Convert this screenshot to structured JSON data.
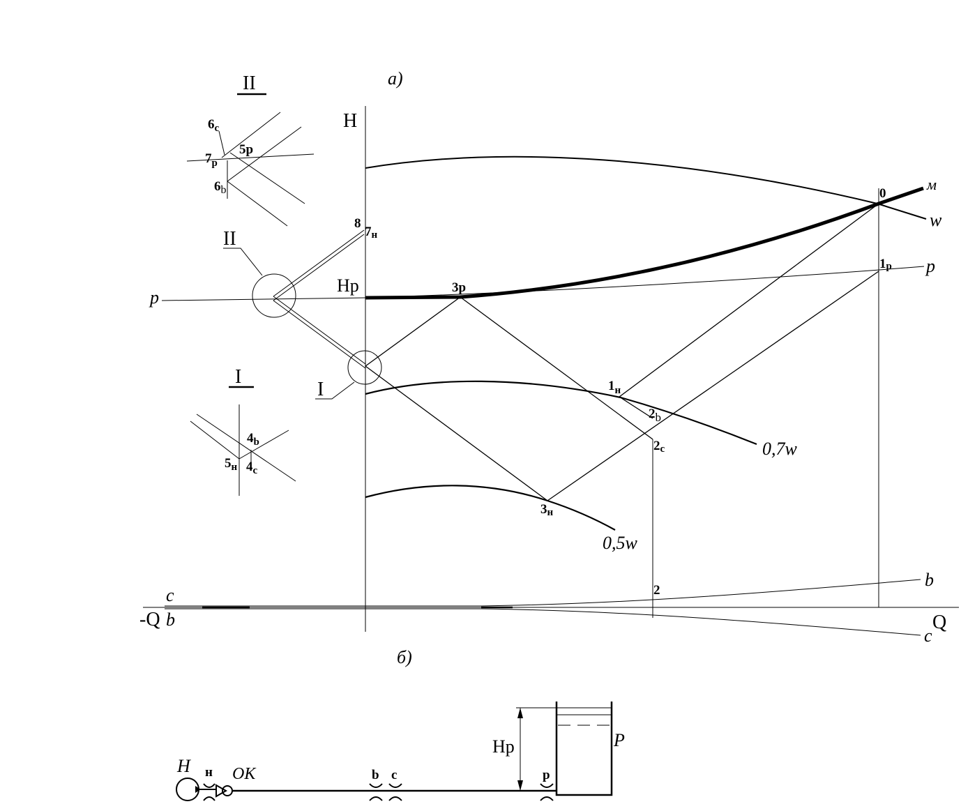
{
  "panel_a_label": "а)",
  "panel_b_label": "б)",
  "axis": {
    "h_label": "H",
    "hp_label": "Hp",
    "q_label": "Q",
    "neg_q_label": "-Q"
  },
  "curves": {
    "w": "w",
    "m": "м",
    "p_right": "p",
    "p_left": "p",
    "w07": "0,7w",
    "w05": "0,5w",
    "b_right": "b",
    "c_right": "c",
    "c_left": "c",
    "b_left": "b"
  },
  "points": {
    "p0": "0",
    "p1p": {
      "main": "1",
      "sub": "p"
    },
    "p1n": {
      "main": "1",
      "sub": "н"
    },
    "p2b": {
      "main": "2",
      "sub": "b"
    },
    "p2c": {
      "main": "2",
      "sub": "c"
    },
    "p3p": "3p",
    "p3n": {
      "main": "3",
      "sub": "н"
    },
    "p2": "2",
    "p8": "8",
    "p7n": {
      "main": "7",
      "sub": "н"
    }
  },
  "callouts": {
    "ii_label": "II",
    "i_label": "I"
  },
  "detail_ii": {
    "title": "II",
    "p6c": {
      "main": "6",
      "sub": "c"
    },
    "p5p": "5p",
    "p7p": {
      "main": "7",
      "sub": "p"
    },
    "p6b": {
      "main": "6",
      "sub": "b"
    }
  },
  "detail_i": {
    "title": "I",
    "p4b": {
      "main": "4",
      "sub": "b"
    },
    "p5n": {
      "main": "5",
      "sub": "н"
    },
    "p4c": {
      "main": "4",
      "sub": "c"
    }
  },
  "schematic": {
    "pump": "H",
    "n_label": "н",
    "ok_label": "OK",
    "b_label": "b",
    "c_label": "c",
    "p_label": "p",
    "hp_label": "Hp",
    "tank_label": "P"
  }
}
